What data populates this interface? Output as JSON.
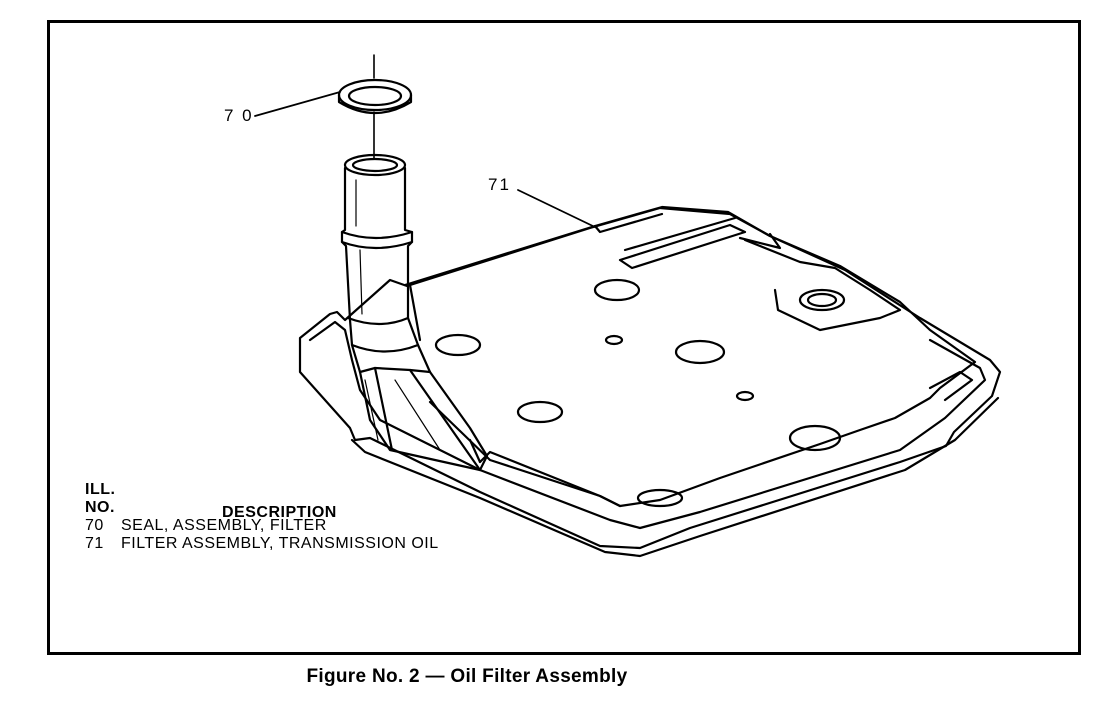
{
  "diagram": {
    "callouts": {
      "seal": "7 0",
      "filter": "71"
    },
    "legend": {
      "header_ill": "ILL.",
      "header_no": "NO.",
      "header_description": "DESCRIPTION",
      "items": [
        {
          "num": "70",
          "desc": "SEAL, ASSEMBLY, FILTER"
        },
        {
          "num": "71",
          "desc": "FILTER ASSEMBLY, TRANSMISSION OIL"
        }
      ]
    },
    "caption": "Figure No. 2 — Oil Filter Assembly"
  }
}
